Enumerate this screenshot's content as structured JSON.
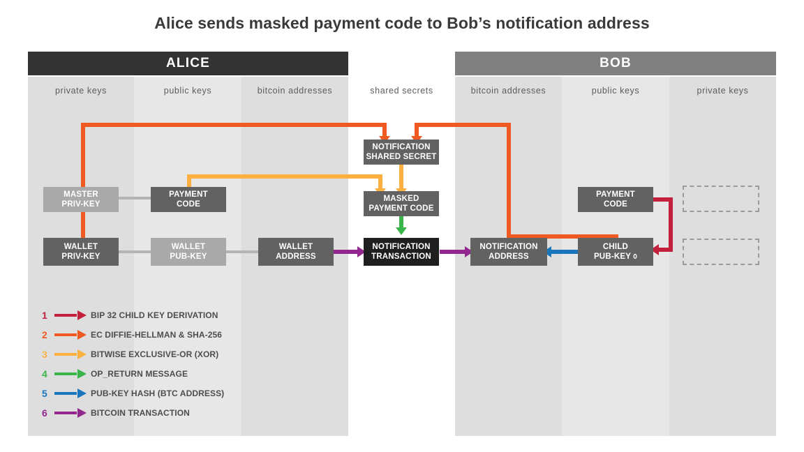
{
  "title": "Alice sends masked payment code to Bob’s notification address",
  "parties": [
    {
      "name": "ALICE",
      "color": "#333333"
    },
    {
      "name": "BOB",
      "color": "#808080"
    }
  ],
  "columns": [
    {
      "label": "private keys",
      "owner": "alice"
    },
    {
      "label": "public keys",
      "owner": "alice"
    },
    {
      "label": "bitcoin addresses",
      "owner": "alice"
    },
    {
      "label": "shared secrets",
      "owner": "shared"
    },
    {
      "label": "bitcoin addresses",
      "owner": "bob"
    },
    {
      "label": "public keys",
      "owner": "bob"
    },
    {
      "label": "private keys",
      "owner": "bob"
    }
  ],
  "nodes": [
    {
      "id": "master-priv-key",
      "line1": "MASTER",
      "line2": "PRIV-KEY"
    },
    {
      "id": "alice-payment-code",
      "line1": "PAYMENT",
      "line2": "CODE"
    },
    {
      "id": "notification-shared-secret",
      "line1": "NOTIFICATION",
      "line2": "SHARED SECRET"
    },
    {
      "id": "masked-payment-code",
      "line1": "MASKED",
      "line2": "PAYMENT CODE"
    },
    {
      "id": "bob-payment-code",
      "line1": "PAYMENT",
      "line2": "CODE"
    },
    {
      "id": "wallet-priv-key",
      "line1": "WALLET",
      "line2": "PRIV-KEY"
    },
    {
      "id": "wallet-pub-key",
      "line1": "WALLET",
      "line2": "PUB-KEY"
    },
    {
      "id": "wallet-address",
      "line1": "WALLET",
      "line2": "ADDRESS"
    },
    {
      "id": "notification-transaction",
      "line1": "NOTIFICATION",
      "line2": "TRANSACTION"
    },
    {
      "id": "notification-address",
      "line1": "NOTIFICATION",
      "line2": "ADDRESS"
    },
    {
      "id": "child-pub-key-0",
      "line1": "CHILD",
      "line2": "PUB-KEY",
      "suffix": "0"
    }
  ],
  "legend": [
    {
      "num": "1",
      "label": "BIP 32 CHILD KEY DERIVATION",
      "color": "#c2203c"
    },
    {
      "num": "2",
      "label": "EC DIFFIE-HELLMAN & SHA-256",
      "color": "#ef5a22"
    },
    {
      "num": "3",
      "label": "BITWISE EXCLUSIVE-OR (XOR)",
      "color": "#fbb040"
    },
    {
      "num": "4",
      "label": "OP_RETURN MESSAGE",
      "color": "#39b54a"
    },
    {
      "num": "5",
      "label": "PUB-KEY HASH (BTC ADDRESS)",
      "color": "#1b75bb"
    },
    {
      "num": "6",
      "label": "BITCOIN TRANSACTION",
      "color": "#92278f"
    }
  ],
  "palette": {
    "red": "#c2203c",
    "orange": "#ef5a22",
    "amber": "#fbb040",
    "green": "#39b54a",
    "blue": "#1b75bb",
    "purple": "#92278f",
    "node_gray": "#626262",
    "node_light_gray": "#a9a9a9",
    "node_black": "#1f1f1f",
    "band_dark": "#dedede",
    "band_light": "#e7e7e7",
    "connector_gray": "#b4b4b4"
  }
}
